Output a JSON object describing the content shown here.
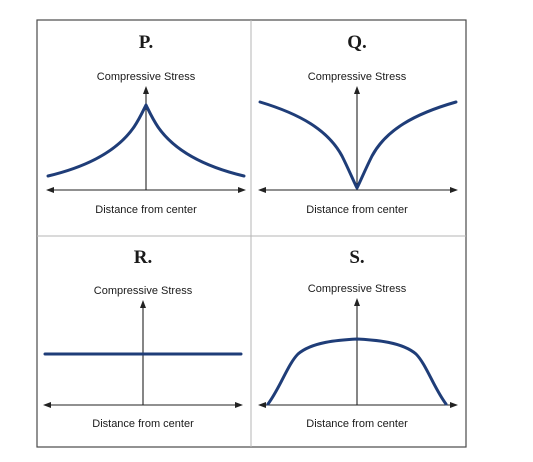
{
  "colors": {
    "curve": "#1f3d78",
    "axis": "#222222",
    "frame": "#4a4a4a"
  },
  "panels": [
    {
      "id": "P",
      "title": "P.",
      "ylabel": "Compressive Stress",
      "xlabel": "Distance from center",
      "shape": "peak-at-center"
    },
    {
      "id": "Q",
      "title": "Q.",
      "ylabel": "Compressive Stress",
      "xlabel": "Distance from center",
      "shape": "zero-at-center"
    },
    {
      "id": "R",
      "title": "R.",
      "ylabel": "Compressive Stress",
      "xlabel": "Distance from center",
      "shape": "uniform"
    },
    {
      "id": "S",
      "title": "S.",
      "ylabel": "Compressive Stress",
      "xlabel": "Distance from center",
      "shape": "flat-top-plateau"
    }
  ]
}
